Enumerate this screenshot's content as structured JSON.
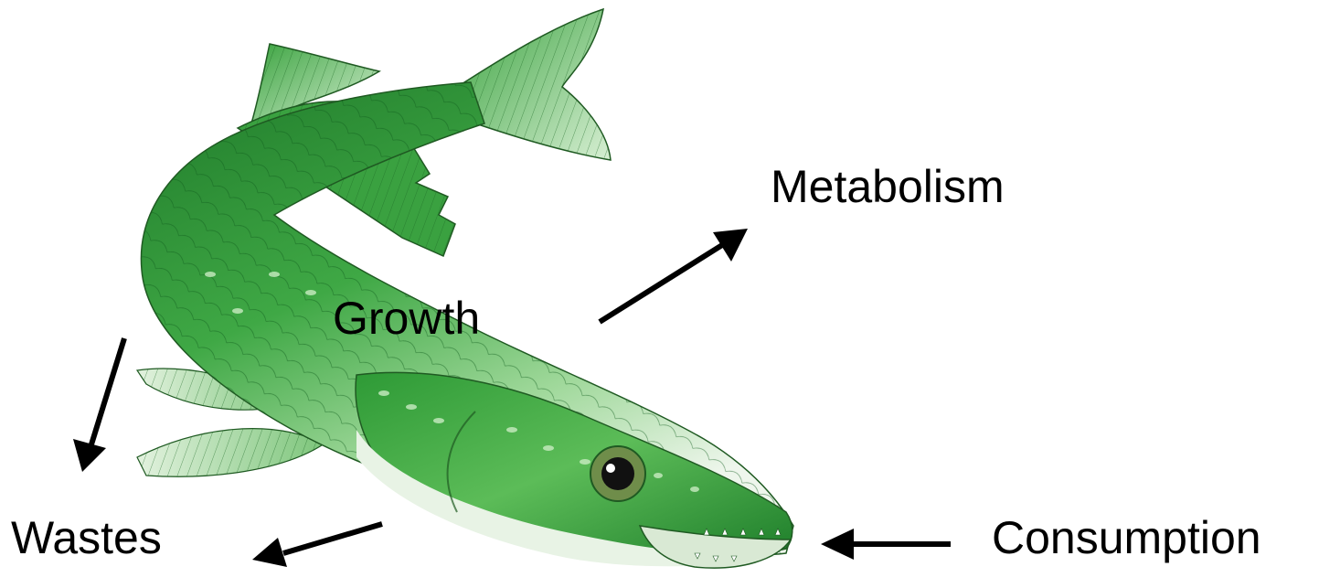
{
  "labels": {
    "metabolism": "Metabolism",
    "growth": "Growth",
    "wastes": "Wastes",
    "consumption": "Consumption"
  },
  "colors": {
    "body_dark": "#2f8f36",
    "body_mid": "#49b049",
    "body_light": "#8fd08a",
    "belly": "#e9f3e6",
    "outline": "#1f5a22",
    "arrow": "#000000",
    "text": "#000000"
  }
}
